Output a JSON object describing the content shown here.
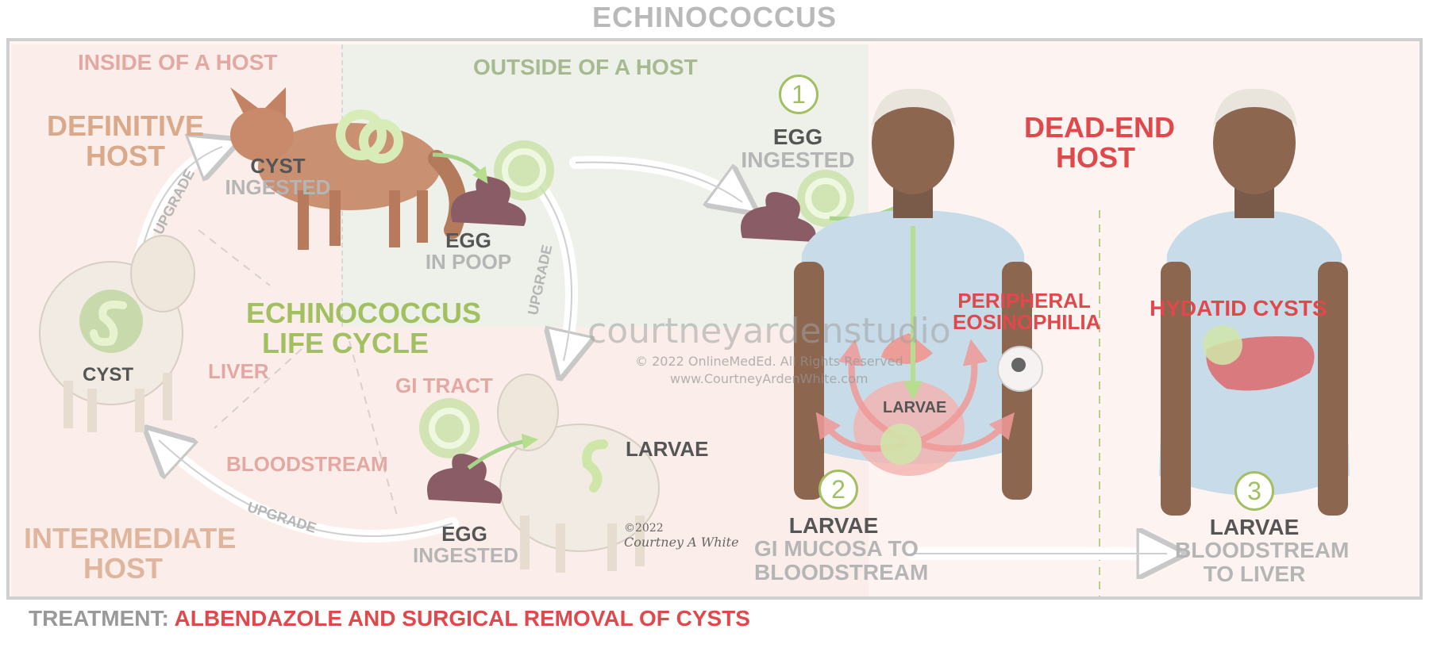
{
  "title": "ECHINOCOCCUS",
  "sections": {
    "inside": "INSIDE OF A HOST",
    "outside": "OUTSIDE OF A HOST",
    "definitive": [
      "DEFINITIVE",
      "HOST"
    ],
    "intermediate": [
      "INTERMEDIATE",
      "HOST"
    ],
    "dead_end": [
      "DEAD-END",
      "HOST"
    ]
  },
  "center": [
    "ECHINOCOCCUS",
    "LIFE CYCLE"
  ],
  "labels": {
    "cyst_ingested": [
      "CYST",
      "INGESTED"
    ],
    "egg_in_poop": [
      "EGG",
      "IN POOP"
    ],
    "cyst": "CYST",
    "liver": "LIVER",
    "gi_tract": "GI TRACT",
    "bloodstream": "BLOODSTREAM",
    "larvae_sheep": "LARVAE",
    "egg_ingested_sheep": [
      "EGG",
      "INGESTED"
    ],
    "upgrade": "UPGRADE",
    "peripheral": [
      "PERIPHERAL",
      "EOSINOPHILIA"
    ],
    "larvae_gut": "LARVAE",
    "hydatid": "HYDATID CYSTS"
  },
  "steps": [
    {
      "num": "1",
      "lines": [
        "EGG",
        "INGESTED"
      ]
    },
    {
      "num": "2",
      "lines": [
        "LARVAE",
        "GI MUCOSA TO",
        "BLOODSTREAM"
      ]
    },
    {
      "num": "3",
      "lines": [
        "LARVAE",
        "BLOODSTREAM",
        "TO LIVER"
      ]
    }
  ],
  "treatment": {
    "prefix": "TREATMENT: ",
    "drug": "ALBENDAZOLE",
    "and": " AND ",
    "surgery": "SURGICAL REMOVAL OF CYSTS"
  },
  "watermark": "courtneyardenstudio",
  "copyright": "© 2022 OnlineMedEd. All Rights Reserved",
  "website": "www.CourtneyArdenWhite.com",
  "signature": {
    "year": "©2022",
    "name": "Courtney A White"
  },
  "colors": {
    "accent_green": "#a2c061",
    "red": "#e0484c",
    "tan": "#d9a98a"
  }
}
